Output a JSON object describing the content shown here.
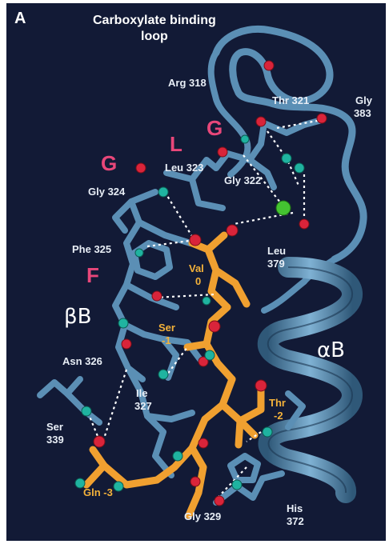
{
  "figure": {
    "panel_label": "A",
    "title_line1": "Carboxylate binding",
    "title_line2": "loop",
    "colors": {
      "background": "#121a36",
      "protein": "#5b8fb5",
      "peptide": "#f0a030",
      "oxygen": "#d9243a",
      "nitrogen": "#1fb3a0",
      "water": "#44c431",
      "hbond": "#ffffff",
      "motif_letters": "#e8477a",
      "peptide_labels": "#f4b23a"
    },
    "motif_letters": [
      "G",
      "L",
      "G",
      "F"
    ],
    "secondary_structure": {
      "strand": "βB",
      "helix": "αB"
    },
    "residues": {
      "arg318": "Arg 318",
      "thr321": "Thr 321",
      "gly383_name": "Gly",
      "gly383_num": "383",
      "leu323": "Leu 323",
      "gly322": "Gly 322",
      "gly324": "Gly 324",
      "phe325": "Phe 325",
      "leu379_name": "Leu",
      "leu379_num": "379",
      "asn326": "Asn 326",
      "ile327_name": "Ile",
      "ile327_num": "327",
      "ser339_name": "Ser",
      "ser339_num": "339",
      "gly329": "Gly 329",
      "his372_name": "His",
      "his372_num": "372"
    },
    "peptide_residues": {
      "val0_name": "Val",
      "val0_num": "0",
      "ser_1_name": "Ser",
      "ser_1_num": "-1",
      "thr_2_name": "Thr",
      "thr_2_num": "-2",
      "gln_3": "Gln -3"
    }
  }
}
